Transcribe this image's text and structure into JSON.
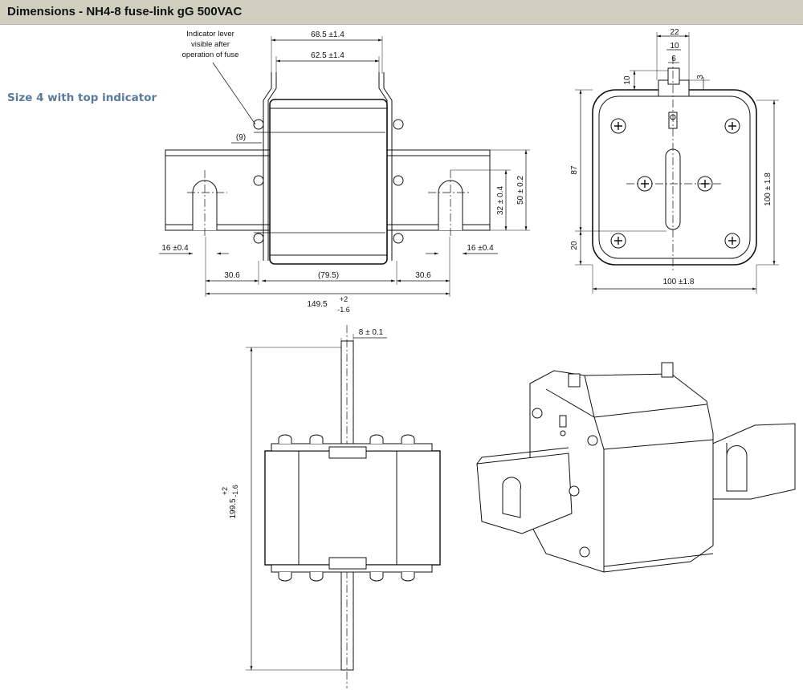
{
  "header": {
    "title": "Dimensions - NH4-8 fuse-link gG 500VAC"
  },
  "side_label": "Size 4 with top indicator",
  "front_view": {
    "note_lines": [
      "Indicator lever",
      "visible after",
      "operation of fuse"
    ],
    "dim_width_outer": "68.5  ±1.4",
    "dim_width_inner": "62.5  ±1.4",
    "dim_indicator": "(9)",
    "dim_height_50": "50  ± 0.2",
    "dim_height_32": "32  ± 0.4",
    "dim_slot_left": "16  ±0.4",
    "dim_slot_right": "16  ±0.4",
    "dim_left_30": "30.6",
    "dim_body": "(79.5)",
    "dim_right_30": "30.6",
    "dim_total": "149.5",
    "dim_total_tol_plus": "+2",
    "dim_total_tol_minus": "-1.6"
  },
  "side_view": {
    "dim_22": "22",
    "dim_10_top": "10",
    "dim_6": "6",
    "dim_10_left": "10",
    "dim_3": "3",
    "dim_87": "87",
    "dim_20": "20",
    "dim_100_height": "100  ± 1.8",
    "dim_100_width": "100  ±1.8"
  },
  "top_view": {
    "dim_blade": "8  ± 0.1",
    "dim_total": "199.5",
    "dim_total_tol_plus": "+2",
    "dim_total_tol_minus": "-1.6"
  }
}
